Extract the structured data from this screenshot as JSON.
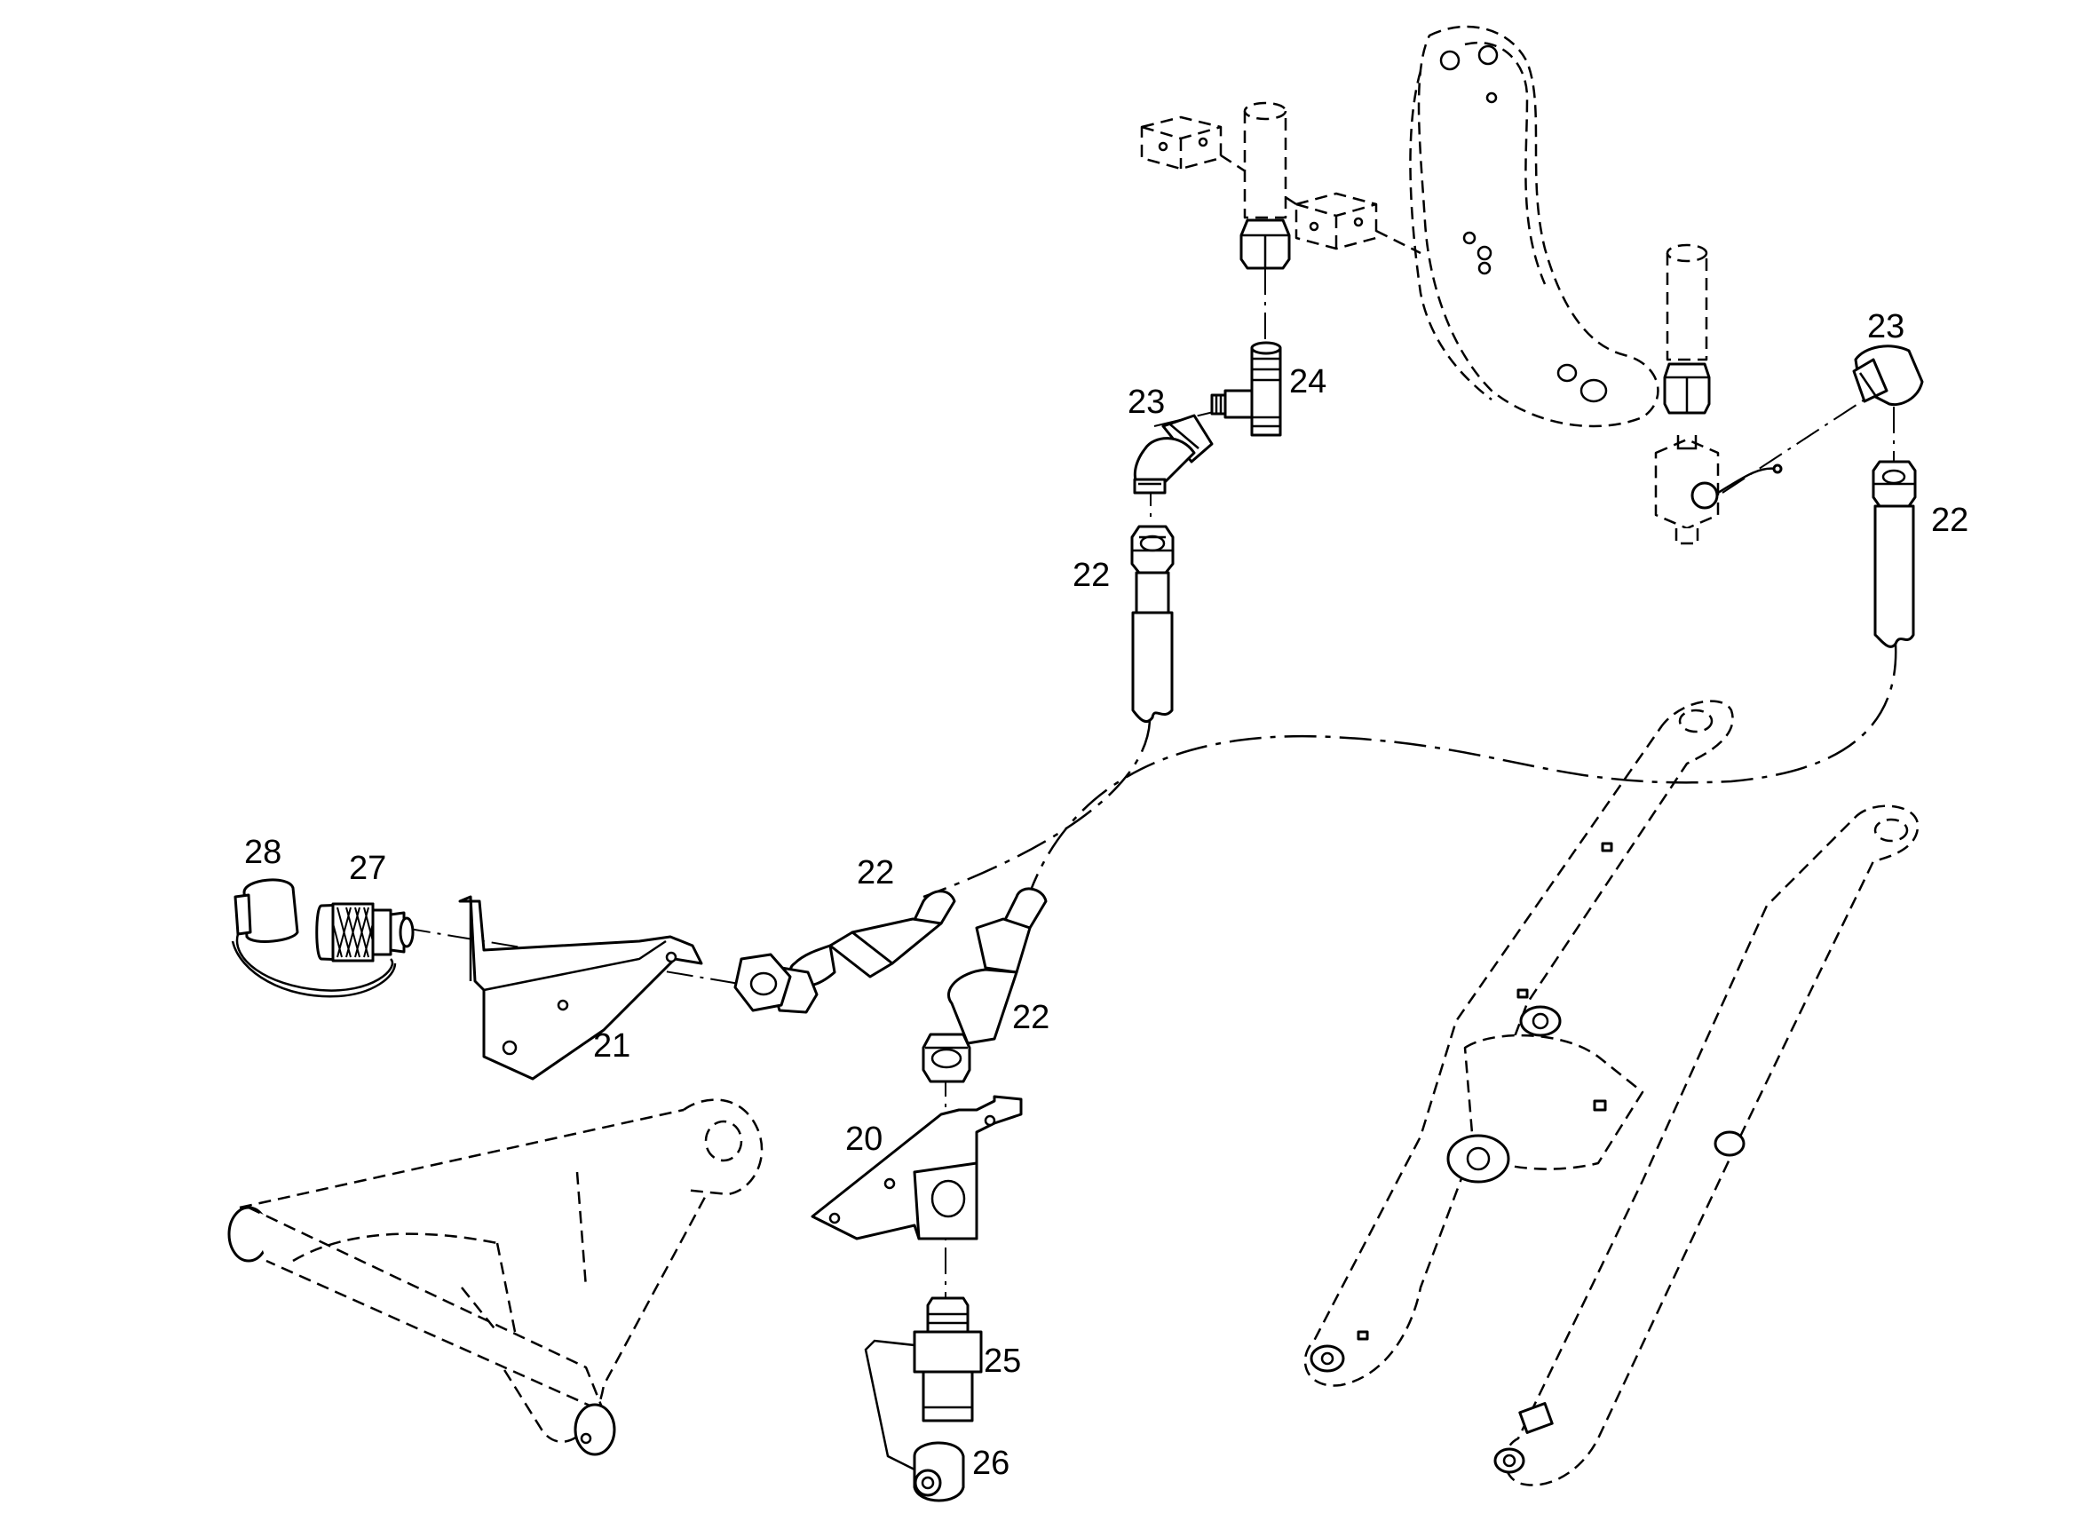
{
  "diagram": {
    "callouts": [
      {
        "id": "c20",
        "label": "20"
      },
      {
        "id": "c21",
        "label": "21"
      },
      {
        "id": "c22a",
        "label": "22"
      },
      {
        "id": "c22b",
        "label": "22"
      },
      {
        "id": "c22c",
        "label": "22"
      },
      {
        "id": "c22d",
        "label": "22"
      },
      {
        "id": "c23a",
        "label": "23"
      },
      {
        "id": "c23b",
        "label": "23"
      },
      {
        "id": "c24",
        "label": "24"
      },
      {
        "id": "c25",
        "label": "25"
      },
      {
        "id": "c26",
        "label": "26"
      },
      {
        "id": "c27",
        "label": "27"
      },
      {
        "id": "c28",
        "label": "28"
      }
    ]
  }
}
